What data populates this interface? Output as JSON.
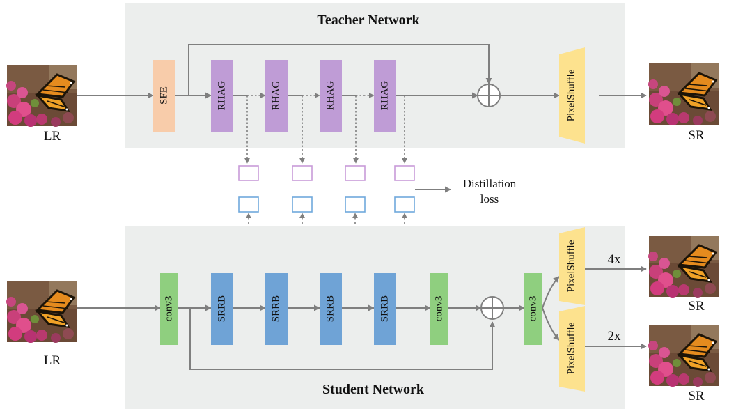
{
  "teacher": {
    "title": "Teacher Network",
    "input_label": "LR",
    "output_label": "SR",
    "sfe_label": "SFE",
    "rhag_labels": [
      "RHAG",
      "RHAG",
      "RHAG",
      "RHAG"
    ],
    "upsample_label": "PixelShuffle"
  },
  "distillation": {
    "label_line1": "Distillation",
    "label_line2": "loss"
  },
  "student": {
    "title": "Student Network",
    "input_label": "LR",
    "conv_in_label": "conv3",
    "srrb_labels": [
      "SRRB",
      "SRRB",
      "SRRB",
      "SRRB"
    ],
    "conv_mid_label": "conv3",
    "conv_out_label": "conv3",
    "upsample_4x_label": "PixelShuffle",
    "upsample_2x_label": "PixelShuffle",
    "scale_4x": "4x",
    "scale_2x": "2x",
    "output_4x_label": "SR",
    "output_2x_label": "SR"
  },
  "colors": {
    "panel_bg": "#eceeed",
    "sfe": "#f8ccaa",
    "rhag": "#bf9cd6",
    "conv": "#8fcf7f",
    "srrb": "#6fa3d6",
    "pixelshuffle": "#fde28e",
    "teacher_feature_box": "#c89bd8",
    "student_feature_box": "#6fa8dc",
    "connector": "#7f7f7f"
  },
  "images": {
    "thumbnail": "butterfly-on-pink-flowers"
  }
}
